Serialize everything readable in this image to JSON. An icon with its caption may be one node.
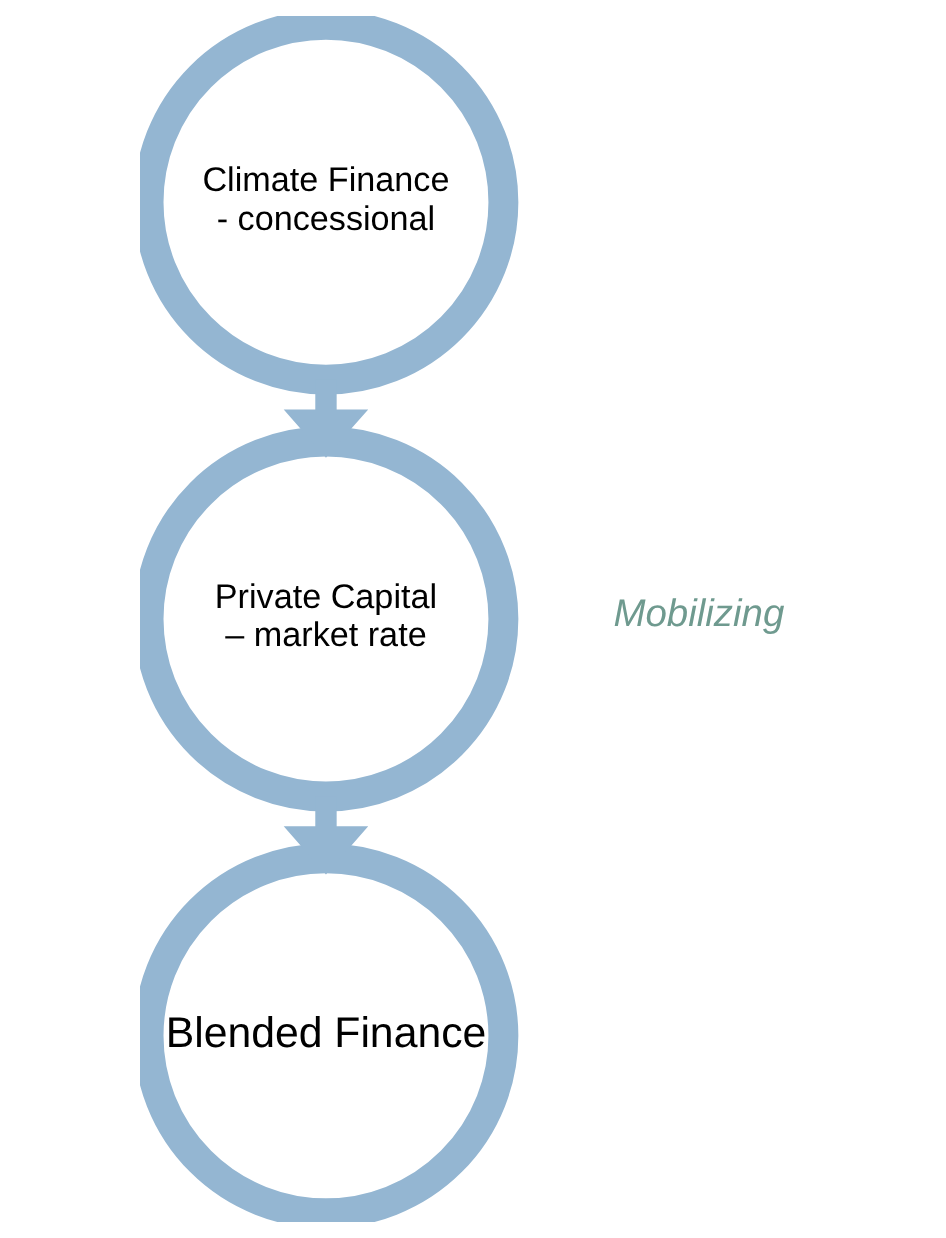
{
  "diagram": {
    "nodes": [
      {
        "text": [
          "Climate Finance - concessional"
        ]
      },
      {
        "text": [
          "Private Capital – market rate"
        ]
      },
      {
        "text": [
          "Blended Finance"
        ]
      }
    ],
    "edges": [
      {
        "from": 0,
        "to": 1,
        "arrow": "to"
      },
      {
        "from": 1,
        "to": 2,
        "arrow": "to"
      }
    ],
    "labels": [
      "Mobilizing"
    ]
  }
}
